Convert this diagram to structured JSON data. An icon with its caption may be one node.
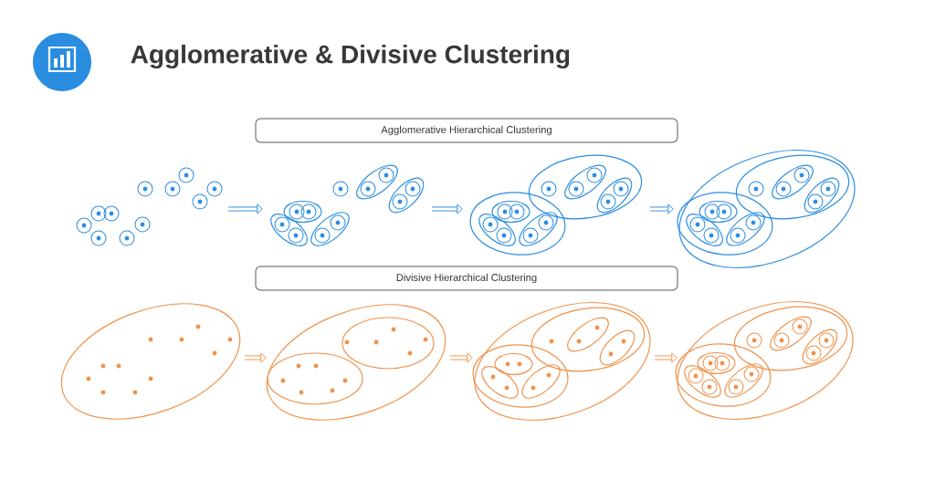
{
  "diagram": {
    "title": "Agglomerative & Divisive Clustering",
    "nodes": [
      {
        "text": [
          "Agglomerative Hierarchical Clustering"
        ]
      },
      {
        "text": [],
        "shape": "picture"
      },
      {
        "text": [],
        "shape": "picture"
      },
      {
        "text": [],
        "shape": "picture"
      },
      {
        "text": [],
        "shape": "picture"
      },
      {
        "text": [
          "Divisive Hierarchical Clustering"
        ]
      },
      {
        "text": [],
        "shape": "picture"
      },
      {
        "text": [],
        "shape": "picture"
      },
      {
        "text": [],
        "shape": "picture"
      },
      {
        "text": [],
        "shape": "picture"
      }
    ],
    "edges": [
      {
        "from": 1,
        "to": 2,
        "arrow": "to",
        "color": "#2b8de0"
      },
      {
        "from": 2,
        "to": 3,
        "arrow": "to",
        "color": "#2b8de0"
      },
      {
        "from": 3,
        "to": 4,
        "arrow": "to",
        "color": "#2b8de0"
      },
      {
        "from": 6,
        "to": 7,
        "arrow": "to",
        "color": "#f0914a"
      },
      {
        "from": 7,
        "to": 8,
        "arrow": "to",
        "color": "#f0914a"
      },
      {
        "from": 8,
        "to": 9,
        "arrow": "to",
        "color": "#f0914a"
      }
    ]
  }
}
